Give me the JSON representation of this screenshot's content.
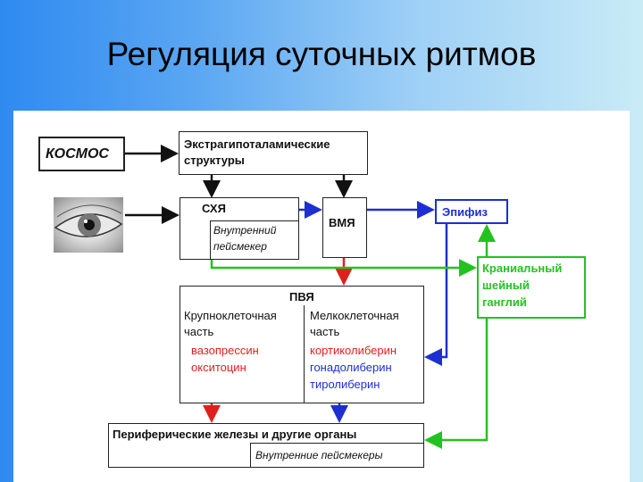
{
  "slide": {
    "title": "Регуляция суточных ритмов"
  },
  "diagram": {
    "kosmos": "КОСМОС",
    "extra": [
      "Экстрагипоталамические",
      "структуры"
    ],
    "schya": "СХЯ",
    "pacemaker_inner": [
      "Внутренний",
      "пейсмекер"
    ],
    "vmya": "ВМЯ",
    "epiphysis": "Эпифиз",
    "ganglion": [
      "Краниальный",
      "шейный",
      "ганглий"
    ],
    "pvya": "ПВЯ",
    "large_cell": [
      "Крупноклеточная",
      "часть"
    ],
    "large_hormones": [
      "вазопрессин",
      "окситоцин"
    ],
    "small_cell": [
      "Мелкоклеточная",
      "часть"
    ],
    "small_hormones": [
      "кортиколиберин",
      "гонадолиберин",
      "тиролиберин"
    ],
    "peripheral": "Периферические железы и другие органы",
    "inner_pacemakers": "Внутренние пейсмекеры"
  },
  "colors": {
    "red": "#e0201c",
    "blue": "#1d2fd0",
    "green": "#22c31f",
    "black": "#111111"
  }
}
